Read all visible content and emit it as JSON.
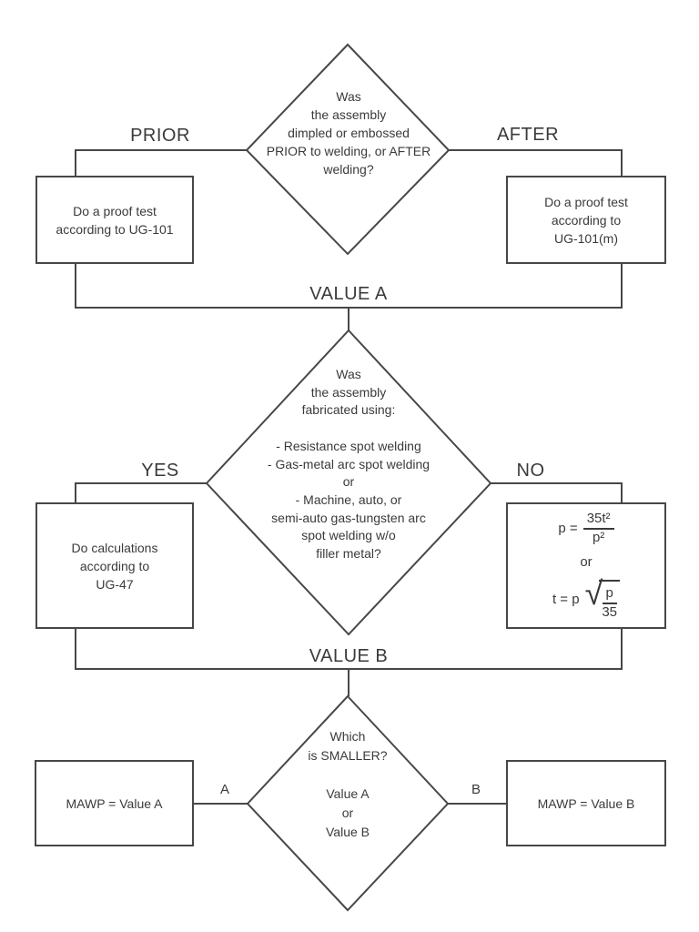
{
  "colors": {
    "background": "#ffffff",
    "line": "#474747",
    "text": "#3a3a3a"
  },
  "decision1": {
    "question": "Was\nthe assembly\ndimpled or embossed\nPRIOR to welding, or AFTER\nwelding?",
    "branch_left_label": "PRIOR",
    "branch_right_label": "AFTER",
    "left_box_text": "Do a proof test\naccording to UG-101",
    "right_box_text": "Do a proof test\naccording to\nUG-101(m)",
    "result_label": "VALUE A"
  },
  "decision2": {
    "question": "Was\nthe assembly\nfabricated using:\n\n- Resistance spot welding\n- Gas-metal arc spot welding\nor\n- Machine, auto, or\nsemi-auto gas-tungsten arc\nspot welding w/o\nfiller metal?",
    "branch_left_label": "YES",
    "branch_right_label": "NO",
    "left_box_text": "Do calculations\naccording to\nUG-47",
    "formulas": {
      "f1_lhs": "p =",
      "f1_numerator": "35t²",
      "f1_denominator": "p²",
      "or_label": "or",
      "f2_lhs": "t = p",
      "f2_radical_symbol": "√",
      "f2_numerator": "p",
      "f2_denominator": "35"
    },
    "result_label": "VALUE B"
  },
  "decision3": {
    "question": "Which\nis SMALLER?\n\nValue A\nor\nValue B",
    "branch_left_label": "A",
    "branch_right_label": "B",
    "left_box_text": "MAWP = Value A",
    "right_box_text": "MAWP = Value B"
  }
}
